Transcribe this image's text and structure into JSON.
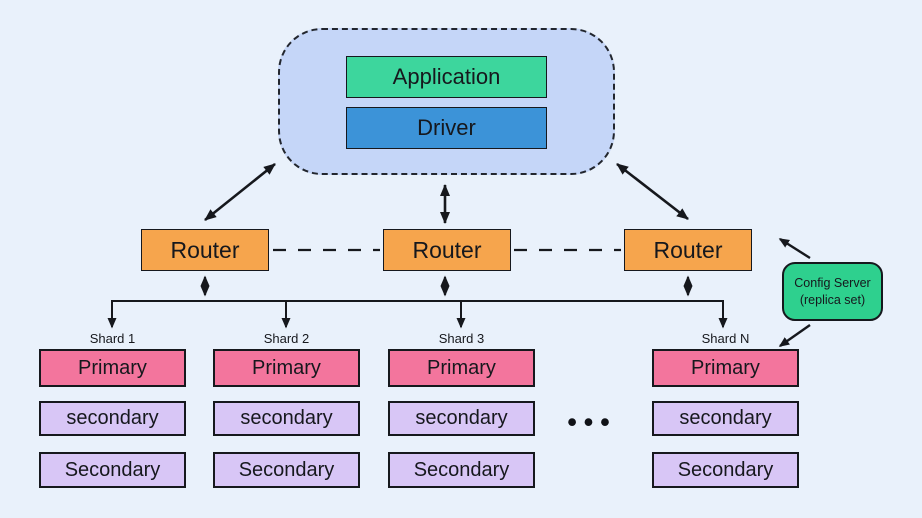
{
  "colors": {
    "background": "#e9f1fb",
    "app_group_fill": "#c5d6f8",
    "application_fill": "#3dd69d",
    "driver_fill": "#3c93d8",
    "router_fill": "#f6a54d",
    "config_server_fill": "#2ed08e",
    "primary_fill": "#f3759d",
    "secondary_fill": "#d8c6f6",
    "line_color": "#16181d"
  },
  "app_group": {
    "application_label": "Application",
    "driver_label": "Driver"
  },
  "routers": [
    {
      "label": "Router"
    },
    {
      "label": "Router"
    },
    {
      "label": "Router"
    }
  ],
  "config_server": {
    "line1": "Config Server",
    "line2": "(replica set)"
  },
  "shards": [
    {
      "name": "Shard 1",
      "nodes": [
        "Primary",
        "secondary",
        "Secondary"
      ]
    },
    {
      "name": "Shard 2",
      "nodes": [
        "Primary",
        "secondary",
        "Secondary"
      ]
    },
    {
      "name": "Shard 3",
      "nodes": [
        "Primary",
        "secondary",
        "Secondary"
      ]
    },
    {
      "name": "Shard N",
      "nodes": [
        "Primary",
        "secondary",
        "Secondary"
      ]
    }
  ],
  "more_shards_indicator": "•••"
}
